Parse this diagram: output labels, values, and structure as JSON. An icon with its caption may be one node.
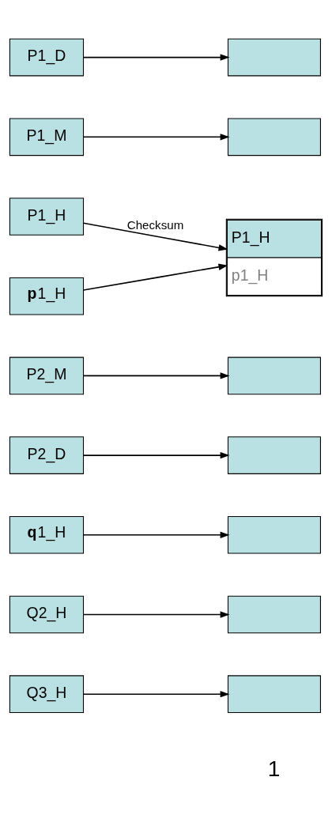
{
  "diagram": {
    "nodes": [
      {
        "text": [
          "P1_D"
        ]
      },
      {
        "text": [],
        "shape": "box"
      },
      {
        "text": [
          "P1_M"
        ]
      },
      {
        "text": [],
        "shape": "box"
      },
      {
        "text": [
          "P1_H"
        ]
      },
      {
        "text": [
          "P1_H",
          "p1_H"
        ]
      },
      {
        "text": [
          "**p**1_H"
        ]
      },
      {
        "text": [
          "P2_M"
        ]
      },
      {
        "text": [],
        "shape": "box"
      },
      {
        "text": [
          "P2_D"
        ]
      },
      {
        "text": [],
        "shape": "box"
      },
      {
        "text": [
          "**q**1_H"
        ]
      },
      {
        "text": [],
        "shape": "box"
      },
      {
        "text": [
          "Q2_H"
        ]
      },
      {
        "text": [],
        "shape": "box"
      },
      {
        "text": [
          "Q3_H"
        ]
      },
      {
        "text": [],
        "shape": "box"
      }
    ],
    "edges": [
      {
        "from": 0,
        "to": 1,
        "arrow": "to"
      },
      {
        "from": 2,
        "to": 3,
        "arrow": "to"
      },
      {
        "from": 4,
        "to": 5,
        "arrow": "to",
        "label": "Checksum"
      },
      {
        "from": 6,
        "to": 5,
        "arrow": "to"
      },
      {
        "from": 7,
        "to": 8,
        "arrow": "to"
      },
      {
        "from": 9,
        "to": 10,
        "arrow": "to"
      },
      {
        "from": 11,
        "to": 12,
        "arrow": "to"
      },
      {
        "from": 13,
        "to": 14,
        "arrow": "to"
      },
      {
        "from": 15,
        "to": 16,
        "arrow": "to"
      }
    ],
    "labels": [
      "1"
    ]
  }
}
